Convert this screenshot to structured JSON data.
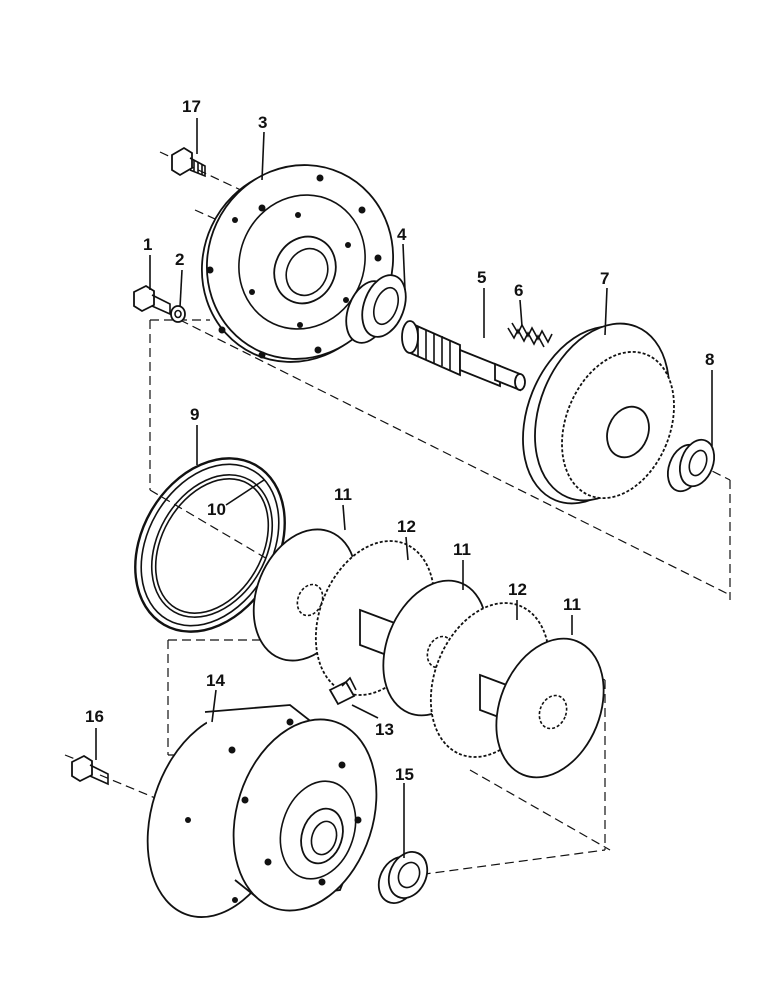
{
  "callouts": [
    {
      "id": "c1",
      "text": "1"
    },
    {
      "id": "c2",
      "text": "2"
    },
    {
      "id": "c3",
      "text": "3"
    },
    {
      "id": "c4",
      "text": "4"
    },
    {
      "id": "c5",
      "text": "5"
    },
    {
      "id": "c6",
      "text": "6"
    },
    {
      "id": "c7",
      "text": "7"
    },
    {
      "id": "c8",
      "text": "8"
    },
    {
      "id": "c9",
      "text": "9"
    },
    {
      "id": "c10",
      "text": "10"
    },
    {
      "id": "c11a",
      "text": "11"
    },
    {
      "id": "c11b",
      "text": "11"
    },
    {
      "id": "c11c",
      "text": "11"
    },
    {
      "id": "c12a",
      "text": "12"
    },
    {
      "id": "c12b",
      "text": "12"
    },
    {
      "id": "c13",
      "text": "13"
    },
    {
      "id": "c14",
      "text": "14"
    },
    {
      "id": "c15",
      "text": "15"
    },
    {
      "id": "c16",
      "text": "16"
    },
    {
      "id": "c17",
      "text": "17"
    }
  ],
  "colors": {
    "ink": "#111111",
    "paper": "#ffffff"
  }
}
